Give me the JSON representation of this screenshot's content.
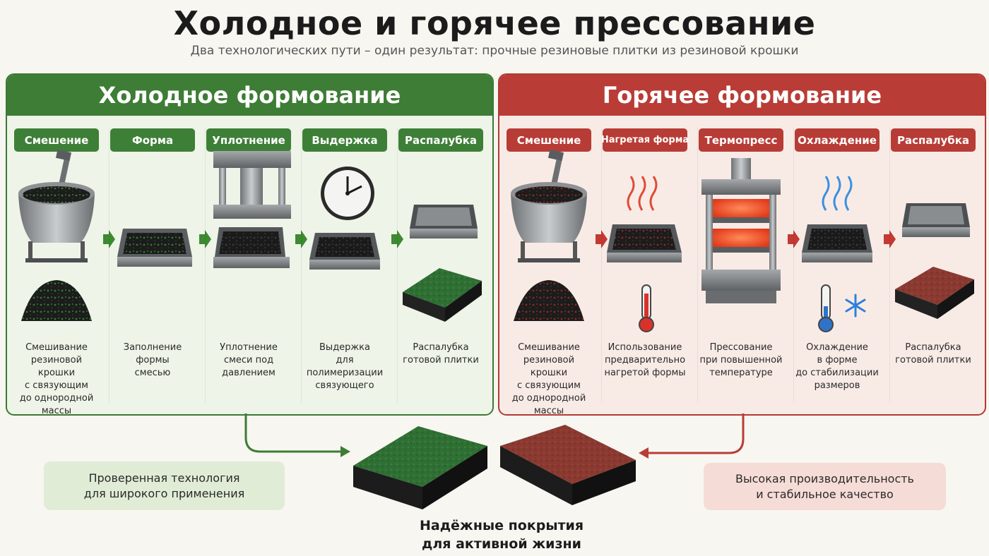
{
  "header": {
    "title": "Холодное и горячее прессование",
    "subtitle": "Два технологических пути – один результат: прочные резиновые плитки из резиновой крошки"
  },
  "cold": {
    "title": "Холодное формование",
    "steps": [
      {
        "label": "Смешение",
        "desc": [
          "Смешивание",
          "резиновой крошки",
          "с связующим",
          "до однородной",
          "массы"
        ]
      },
      {
        "label": "Форма",
        "desc": [
          "Заполнение",
          "формы",
          "смесью"
        ]
      },
      {
        "label": "Уплотнение",
        "desc": [
          "Уплотнение",
          "смеси под",
          "давлением"
        ]
      },
      {
        "label": "Выдержка",
        "desc": [
          "Выдержка",
          "для полимеризации",
          "связующего"
        ]
      },
      {
        "label": "Распалубка",
        "desc": [
          "Распалубка",
          "готовой плитки"
        ]
      }
    ],
    "note": [
      "Проверенная технология",
      "для широкого применения"
    ]
  },
  "hot": {
    "title": "Горячее формование",
    "steps": [
      {
        "label": "Смешение",
        "desc": [
          "Смешивание",
          "резиновой крошки",
          "с связующим",
          "до однородной",
          "массы"
        ]
      },
      {
        "label": "Нагретая форма",
        "desc": [
          "Использование",
          "предварительно",
          "нагретой формы"
        ]
      },
      {
        "label": "Термопресс",
        "desc": [
          "Прессование",
          "при повышенной",
          "температуре"
        ]
      },
      {
        "label": "Охлаждение",
        "desc": [
          "Охлаждение",
          "в форме",
          "до стабилизации",
          "размеров"
        ]
      },
      {
        "label": "Распалубка",
        "desc": [
          "Распалубка",
          "готовой плитки"
        ]
      }
    ],
    "note": [
      "Высокая производительность",
      "и стабильное качество"
    ]
  },
  "result": {
    "lines": [
      "Надёжные покрытия",
      "для активной жизни"
    ]
  },
  "colors": {
    "cold_accent": "#3d7d35",
    "hot_accent": "#b93c37"
  }
}
